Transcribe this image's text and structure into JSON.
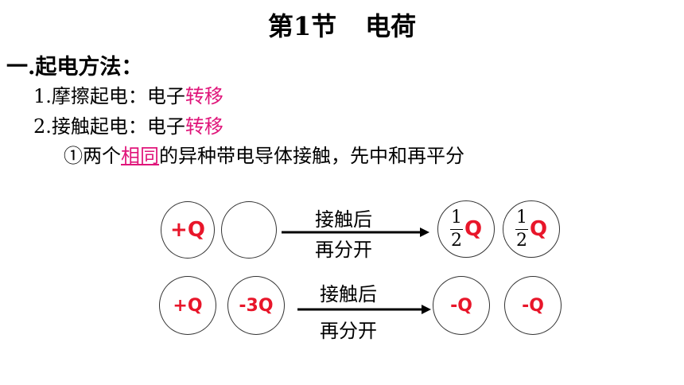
{
  "title": {
    "part1": "第1节",
    "part2": "电荷"
  },
  "heading": "一.起电方法：",
  "items": [
    {
      "prefix": "1.摩擦起电：电子",
      "highlight": "转移"
    },
    {
      "prefix": "2.接触起电：电子",
      "highlight": "转移"
    }
  ],
  "sub": {
    "pre": "①两个",
    "highlight": "相同",
    "post": "的异种带电导体接触，先中和再平分"
  },
  "row1": {
    "left_a": "+Q",
    "left_b": "",
    "arrow_top": "接触后",
    "arrow_bottom": "再分开",
    "right_num": "1",
    "right_den": "2",
    "right_q": "Q"
  },
  "row2": {
    "left_a": "+Q",
    "left_b": "-3Q",
    "arrow_top": "接触后",
    "arrow_bottom": "再分开",
    "right_a": "-Q",
    "right_b": "-Q"
  },
  "colors": {
    "accent_pink": "#e0157a",
    "charge_red": "#e8162a"
  }
}
